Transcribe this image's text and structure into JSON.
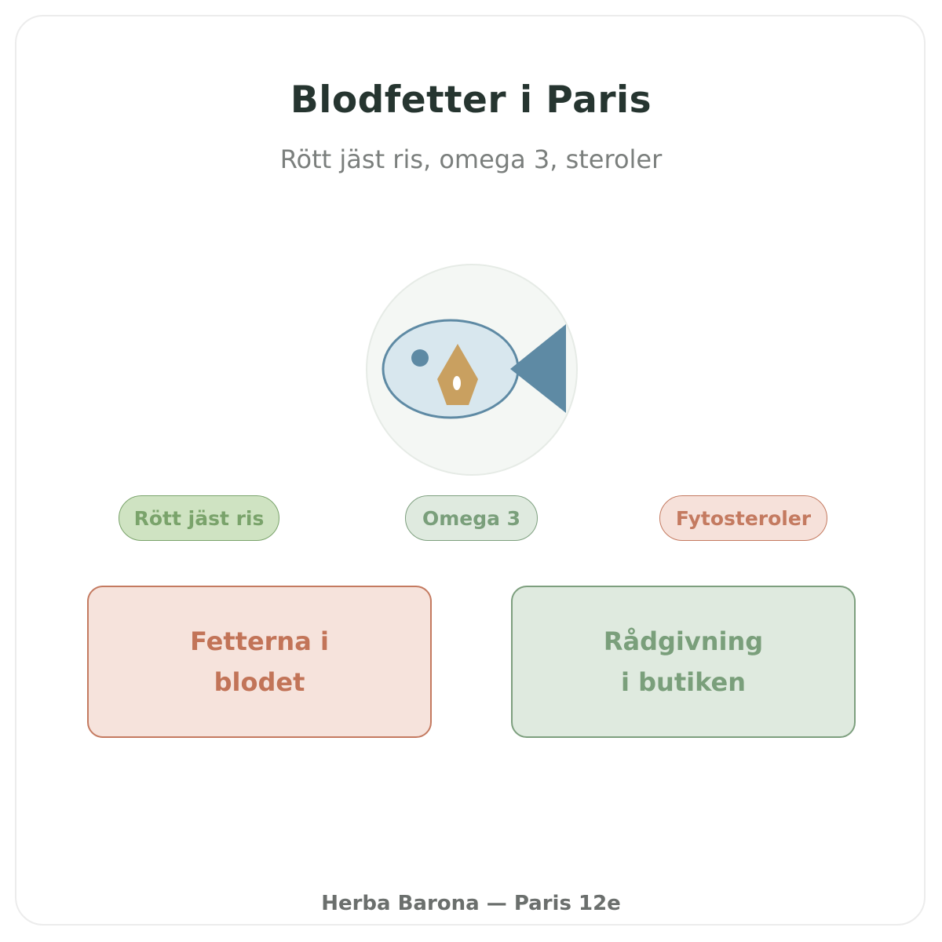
{
  "header": {
    "title": "Blodfetter i Paris",
    "subtitle": "Rött jäst ris, omega 3, steroler"
  },
  "illustration": {
    "icon": "fish-icon",
    "colors": {
      "circle_bg": "#f4f7f4",
      "fish_body": "#d8e7ee",
      "fish_outline": "#5e8aa4",
      "fish_tail": "#5e8aa4",
      "fish_capsule": "#c9a060"
    }
  },
  "tags": [
    {
      "label": "Rött jäst ris",
      "color": "#7aa36b"
    },
    {
      "label": "Omega 3",
      "color": "#7a9f7b"
    },
    {
      "label": "Fytosteroler",
      "color": "#c47a60"
    }
  ],
  "cards": [
    {
      "line1": "Fetterna i",
      "line2": "blodet",
      "color": "#c27458"
    },
    {
      "line1": "Rådgivning",
      "line2": "i butiken",
      "color": "#7a9f7b"
    }
  ],
  "footer": {
    "text": "Herba Barona — Paris 12e"
  }
}
